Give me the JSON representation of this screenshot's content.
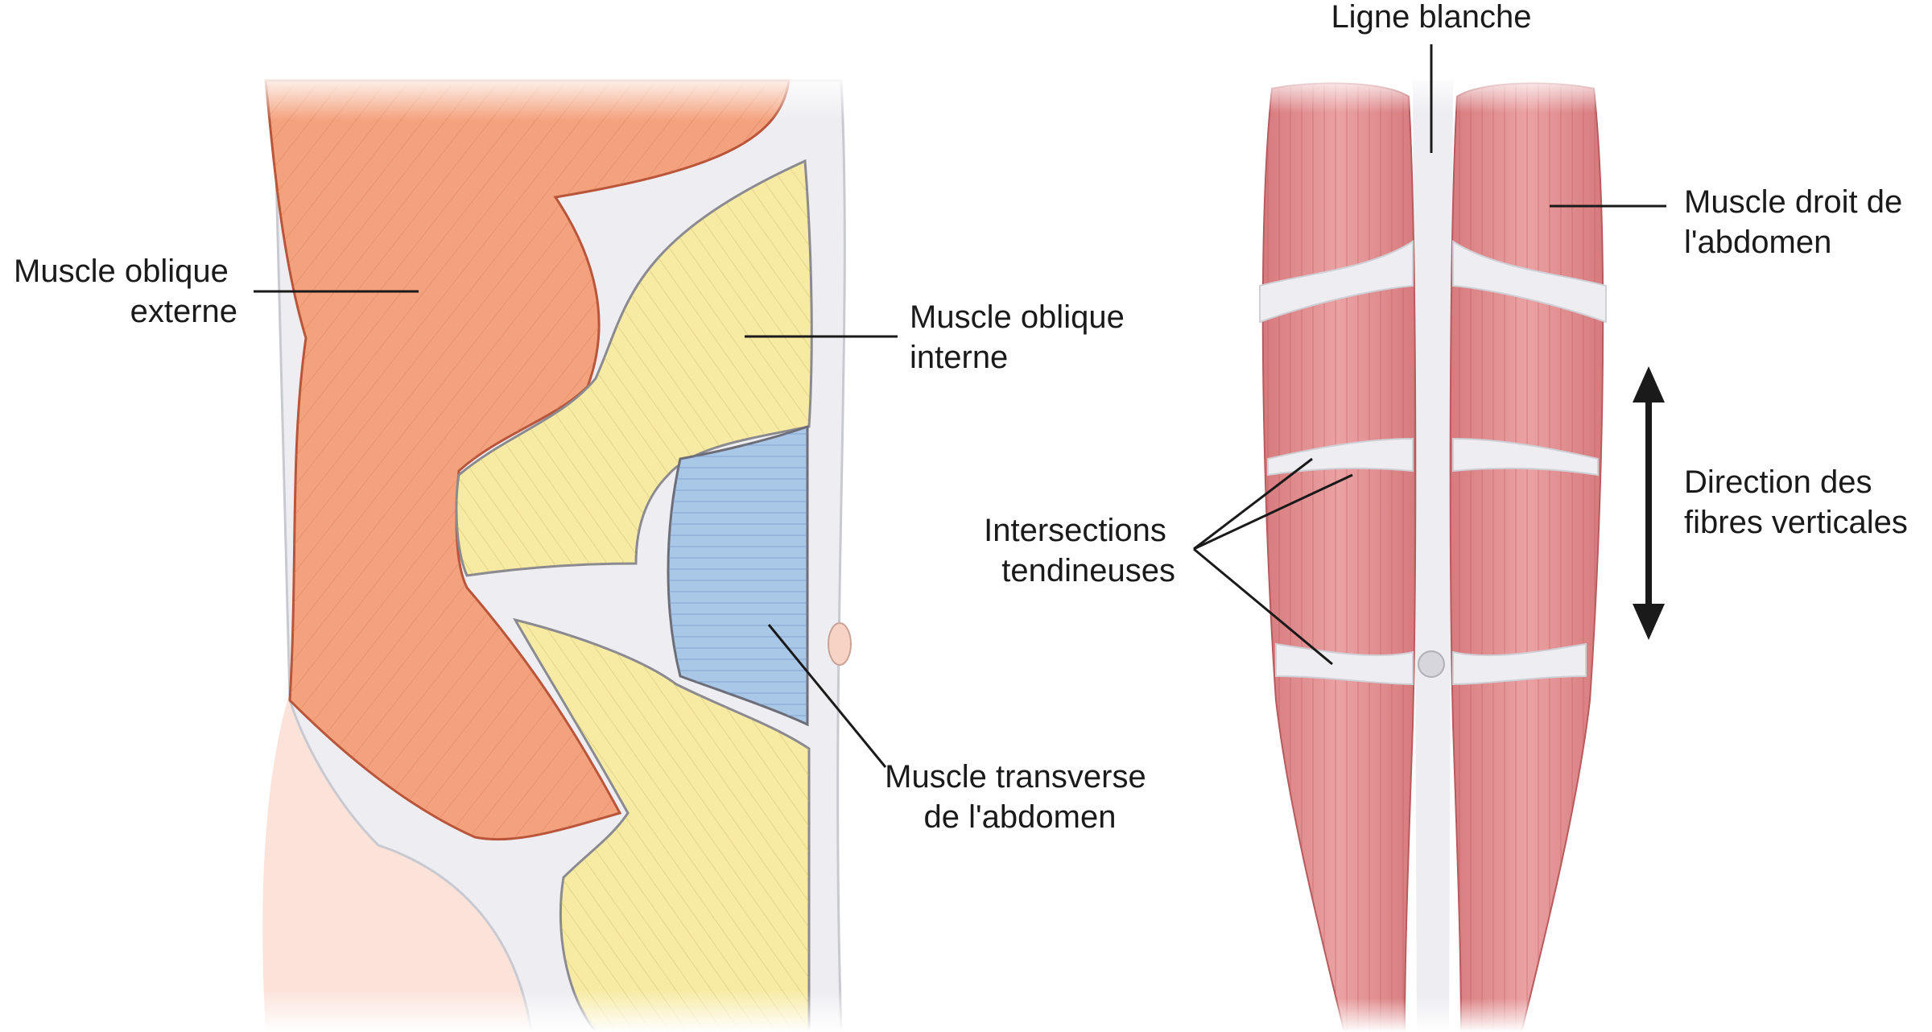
{
  "labels": {
    "external_oblique": [
      "Muscle oblique",
      "externe"
    ],
    "internal_oblique": [
      "Muscle oblique",
      "interne"
    ],
    "transverse": [
      "Muscle transverse",
      "de l'abdomen"
    ],
    "linea_alba": "Ligne blanche",
    "rectus": [
      "Muscle droit de",
      "l'abdomen"
    ],
    "intersections": [
      "Intersections",
      "tendineuses"
    ],
    "fiber_direction": [
      "Direction des",
      "fibres verticales"
    ]
  },
  "colors": {
    "external_oblique": "#f4a27d",
    "internal_oblique": "#f7eba4",
    "transverse": "#a9c8e8",
    "rectus": "#e89b9b",
    "fascia": "#eeeef2",
    "skin": "#fbe3da",
    "text": "#1a1a1a"
  }
}
